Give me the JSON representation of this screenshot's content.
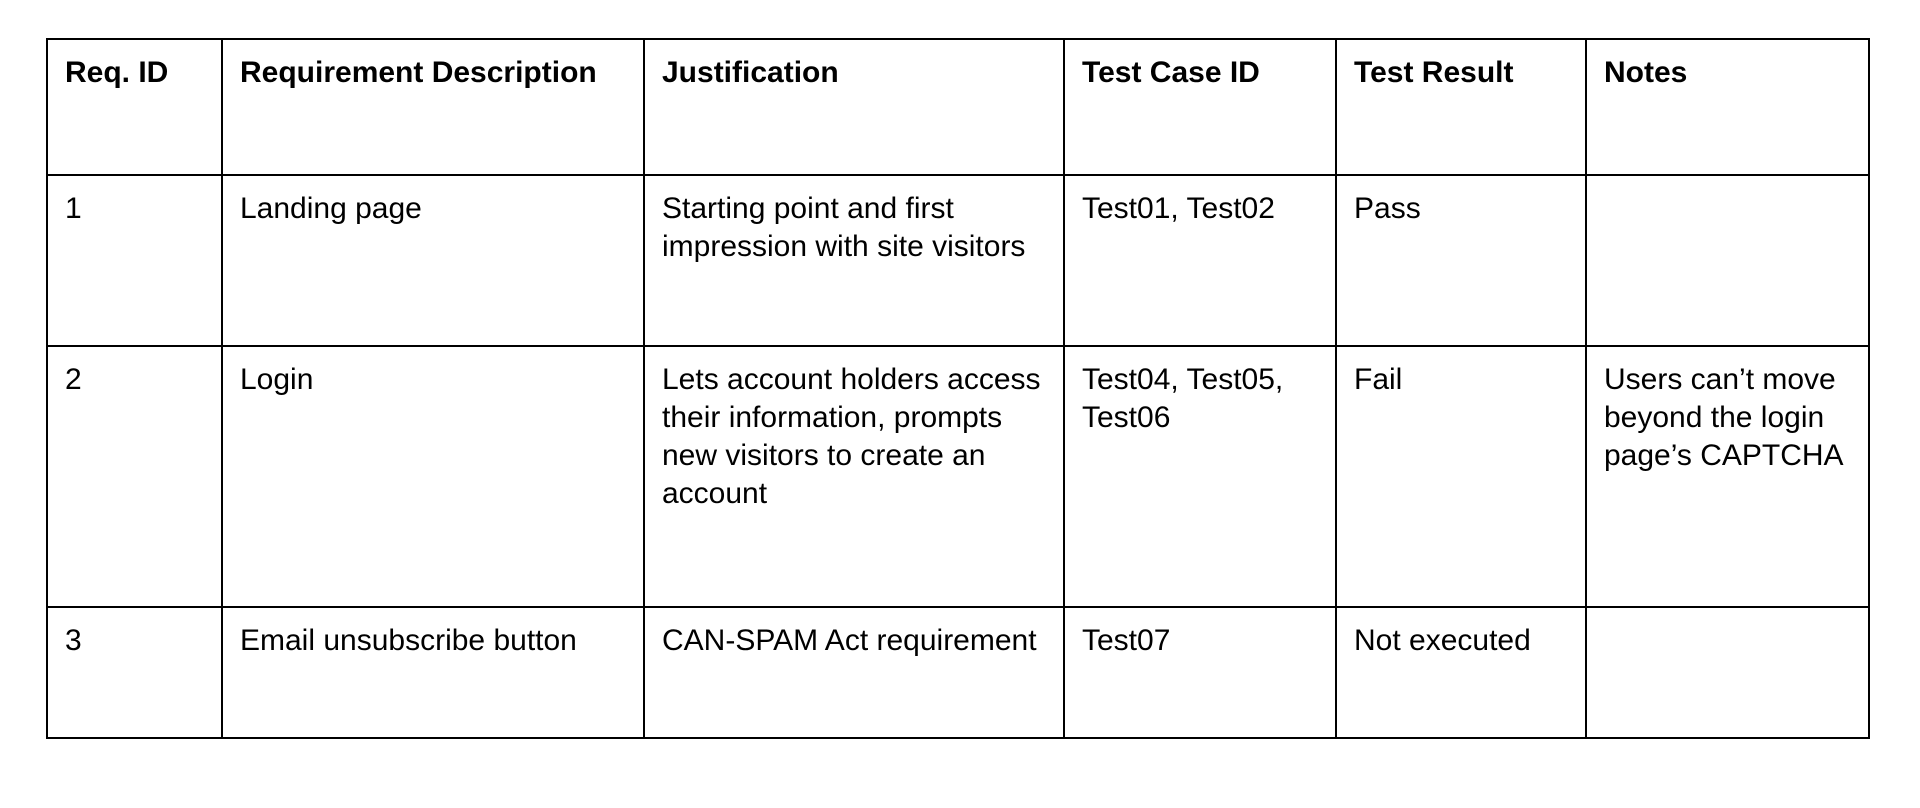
{
  "document": {
    "type": "requirements-traceability-table",
    "background_color": "#ffffff",
    "text_color": "#000000",
    "border_color": "#000000"
  },
  "table": {
    "columns": [
      {
        "key": "req_id",
        "header": "Req. ID"
      },
      {
        "key": "description",
        "header": "Requirement Description"
      },
      {
        "key": "justification",
        "header": "Justification"
      },
      {
        "key": "test_case_id",
        "header": "Test Case ID"
      },
      {
        "key": "test_result",
        "header": "Test Result"
      },
      {
        "key": "notes",
        "header": "Notes"
      }
    ],
    "headers": {
      "req_id": "Req. ID",
      "description": "Requirement Description",
      "justification": "Justification",
      "test_case_id": "Test Case ID",
      "test_result": "Test Result",
      "notes": "Notes"
    },
    "rows": [
      {
        "req_id": "1",
        "description": "Landing page",
        "justification": "Starting point and first impression with site visitors",
        "test_case_id": "Test01, Test02",
        "test_result": "Pass",
        "notes": ""
      },
      {
        "req_id": "2",
        "description": "Login",
        "justification": "Lets account holders access their information, prompts new visitors to create an account",
        "test_case_id": "Test04, Test05, Test06",
        "test_result": "Fail",
        "notes": "Users can’t move beyond the login page’s CAPTCHA"
      },
      {
        "req_id": "3",
        "description": "Email unsubscribe button",
        "justification": "CAN-SPAM Act requirement",
        "test_case_id": "Test07",
        "test_result": "Not executed",
        "notes": ""
      }
    ]
  }
}
